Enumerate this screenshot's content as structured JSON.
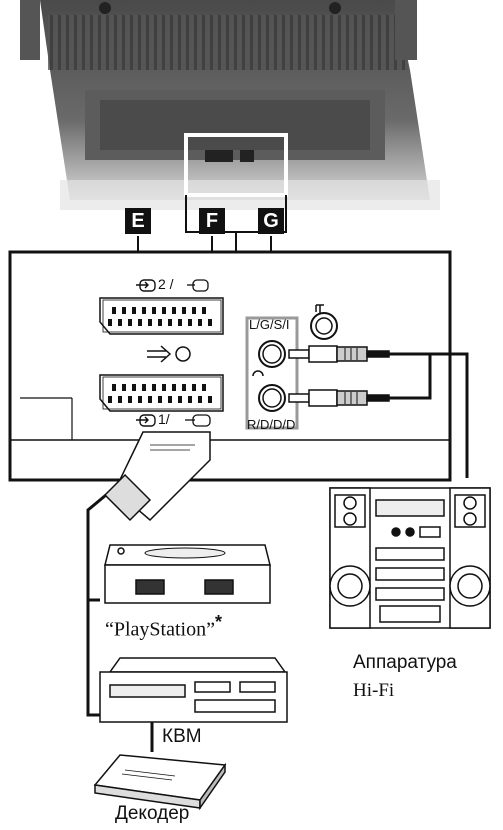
{
  "labels": {
    "e": "E",
    "f": "F",
    "g": "G",
    "scart2": "2 /",
    "scart1": "1/",
    "lgsi": "L/G/S/I",
    "rddd": "R/D/D/D",
    "playstation": "“PlayStation”",
    "asterisk": "*",
    "hifi_line1": "Аппаратура",
    "hifi_line2": "Hi-Fi",
    "vcr": "КВМ",
    "decoder": "Декодер"
  },
  "icons": [
    "scart-input-icon",
    "s-video-icon",
    "headphones-icon",
    "input-arrow-icon",
    "rgb-icon"
  ]
}
